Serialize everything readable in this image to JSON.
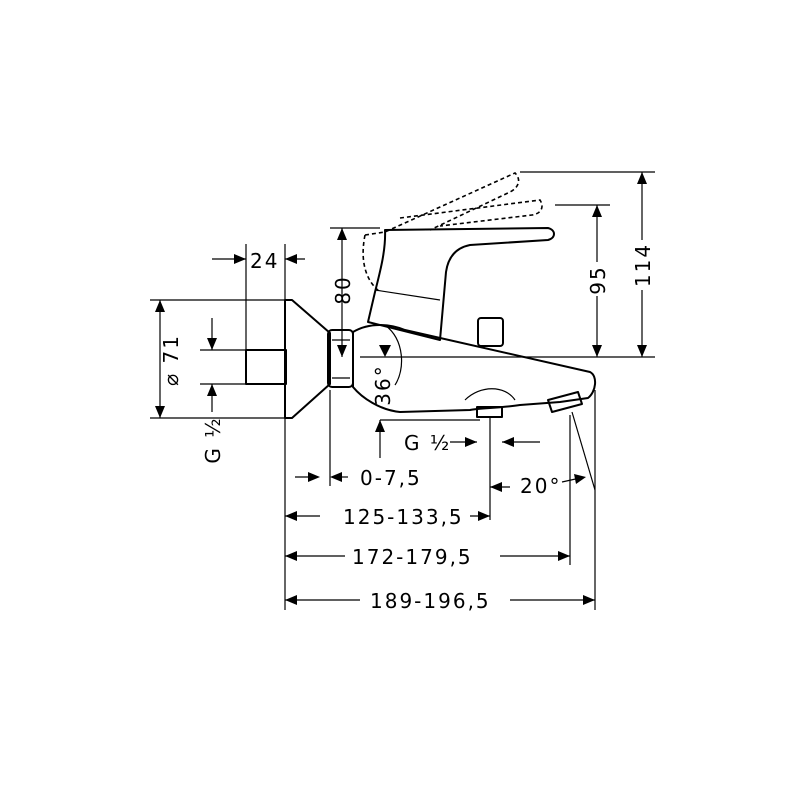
{
  "dimensions": {
    "offset_top": "24",
    "height_lever": "80",
    "diameter": "⌀ 71",
    "thread_wall": "G ½",
    "angle": "36°",
    "thread_spout": "G ½",
    "offset_range": "0-7,5",
    "width_125": "125-133,5",
    "width_172": "172-179,5",
    "width_189": "189-196,5",
    "height_95": "95",
    "height_114": "114",
    "spout_angle": "20°"
  }
}
